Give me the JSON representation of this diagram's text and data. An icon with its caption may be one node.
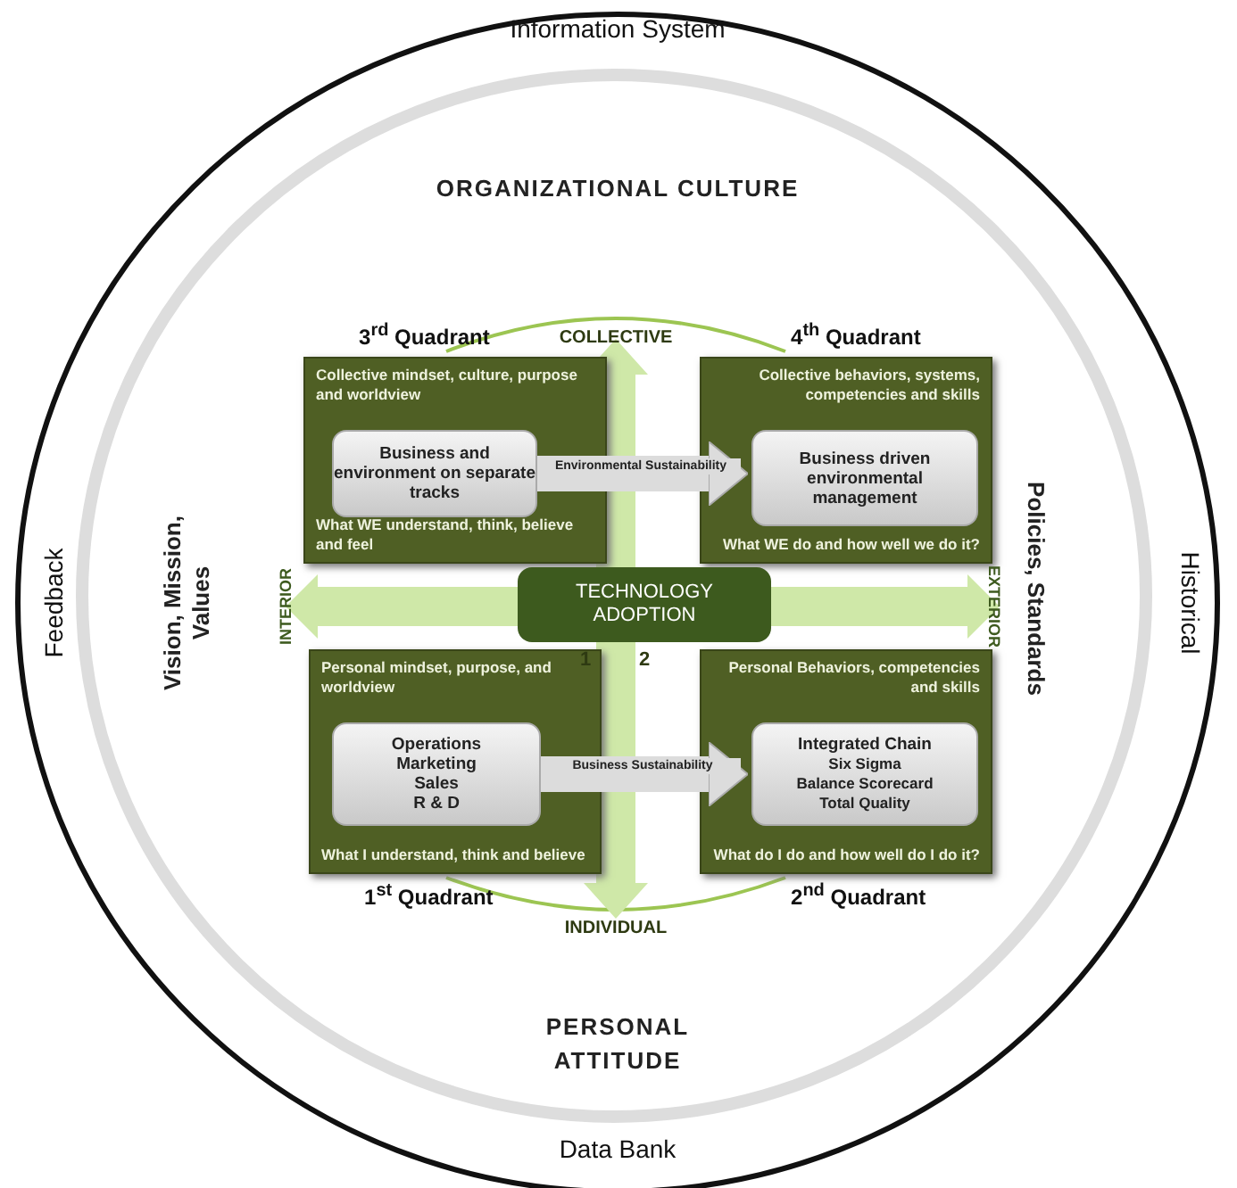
{
  "diagram": {
    "nodes": [
      {
        "text": [
          "3$^{rd}$ Quadrant",
          "Collective mindset, culture, purpose and worldview",
          "What WE understand, think, believe and feel"
        ]
      },
      {
        "text": [
          "Business and environment on separate tracks"
        ],
        "in": 0
      },
      {
        "text": [
          "4$^{th}$ Quadrant",
          "Collective behaviors, systems, competencies and skills",
          "What WE do and how well we do it?"
        ]
      },
      {
        "text": [
          "Business driven environmental management"
        ],
        "in": 2
      },
      {
        "text": [
          "Personal mindset, purpose, and worldview",
          "What I understand, think and believe",
          "1$^{st}$ Quadrant"
        ]
      },
      {
        "text": [
          "Operations",
          "Marketing",
          "Sales",
          "R & D"
        ],
        "in": 4
      },
      {
        "text": [
          "Personal Behaviors, competencies and skills",
          "What do I do and how well do I do it?",
          "2$^{nd}$ Quadrant"
        ]
      },
      {
        "text": [
          "Integrated Chain",
          "Six Sigma",
          "Balance Scorecard",
          "Total Quality"
        ],
        "in": 6
      },
      {
        "text": [
          "TECHNOLOGY ADOPTION"
        ]
      }
    ],
    "edges": [
      {
        "from": 1,
        "to": 3,
        "arrow": "to",
        "label": "Environmental Sustainability"
      },
      {
        "from": 5,
        "to": 7,
        "arrow": "to",
        "label": "Business Sustainability"
      }
    ],
    "labels": [
      "Information System",
      "ORGANIZATIONAL CULTURE",
      "COLLECTIVE",
      "Feedback",
      "Vision, Mission, Values",
      "INTERIOR",
      "EXTERIOR",
      "Policies, Standards",
      "Historical",
      "1",
      "2",
      "INDIVIDUAL",
      "PERSONAL ATTITUDE",
      "Data Bank"
    ]
  }
}
